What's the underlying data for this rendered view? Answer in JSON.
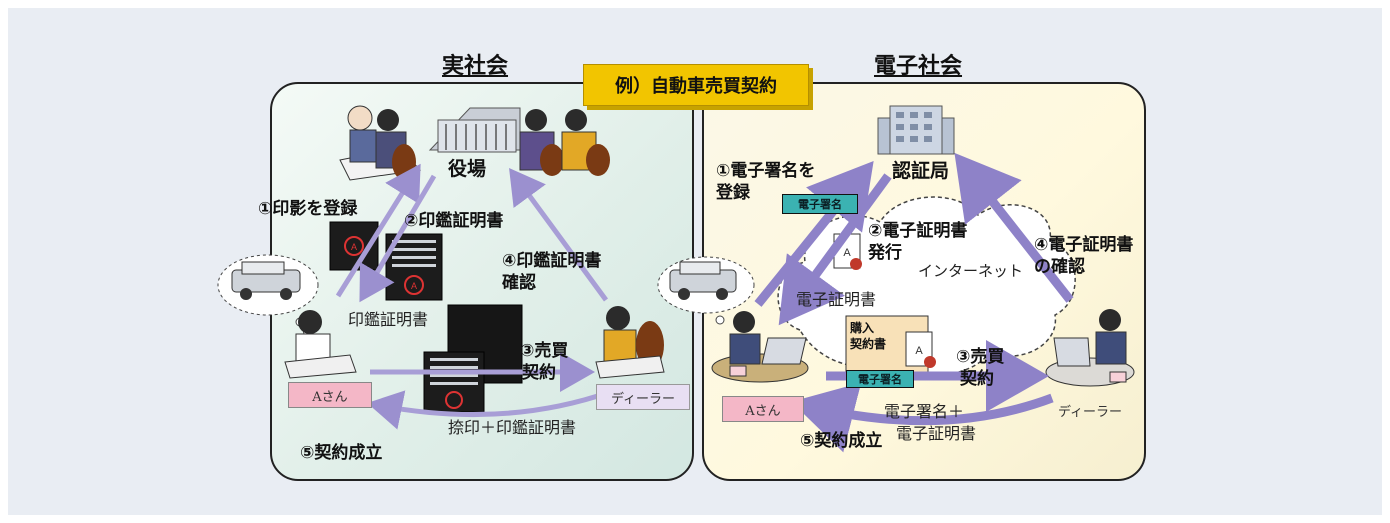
{
  "banner": "例）自動車売買契約",
  "real_society": {
    "title": "実社会",
    "office": "役場",
    "step1": "①印影を登録",
    "step2": "②印鑑証明書",
    "step3_line1": "③売買",
    "step3_line2": "契約",
    "step4_line1": "④印鑑証明書",
    "step4_line2": "確認",
    "step5": "⑤契約成立",
    "certificate_note": "印鑑証明書",
    "seal_note": "捺印＋印鑑証明書",
    "person_a": "Aさん",
    "dealer": "ディーラー"
  },
  "electronic_society": {
    "title": "電子社会",
    "ca": "認証局",
    "step1_line1": "①電子署名を",
    "step1_line2": "登録",
    "step2_line1": "②電子証明書",
    "step2_line2": "発行",
    "step3_line1": "③売買",
    "step3_line2": "契約",
    "step4_line1": "④電子証明書",
    "step4_line2": "の確認",
    "step5": "⑤契約成立",
    "internet": "インターネット",
    "certificate_note": "電子証明書",
    "sign_note_line1": "電子署名＋",
    "sign_note_line2": "電子証明書",
    "signature_tag": "電子署名",
    "contract_line1": "購入",
    "contract_line2": "契約書",
    "person_a": "Aさん",
    "dealer": "ディーラー"
  },
  "colors": {
    "banner": "#f2c500",
    "arrow": "#8e82c8",
    "teal": "#3bb2b2",
    "pink_tag": "#f4b7c7"
  }
}
